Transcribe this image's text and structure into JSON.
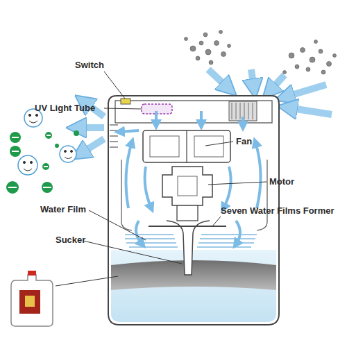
{
  "diagram": {
    "labels": [
      "Switch",
      "UV Light Tube",
      "Fan",
      "Motor",
      "Seven Water Films Former",
      "Water Film",
      "Sucker"
    ]
  }
}
